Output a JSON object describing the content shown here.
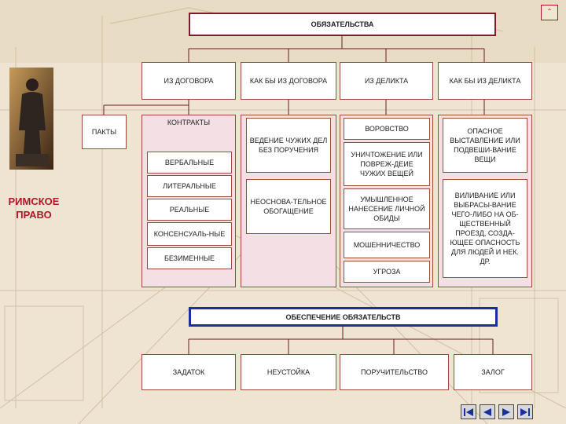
{
  "top_title": "ОБЯЗАТЕЛЬСТВА",
  "side_label": "РИМСКОЕ ПРАВО",
  "categories": [
    "ИЗ ДОГОВОРА",
    "КАК БЫ ИЗ ДОГОВОРА",
    "ИЗ ДЕЛИКТА",
    "КАК БЫ ИЗ ДЕЛИКТА"
  ],
  "pacts": "ПАКТЫ",
  "contracts": {
    "label": "КОНТРАКТЫ",
    "items": [
      "ВЕРБАЛЬНЫЕ",
      "ЛИТЕРАЛЬНЫЕ",
      "РЕАЛЬНЫЕ",
      "КОНСЕНСУАЛЬ-НЫЕ",
      "БЕЗИМЕННЫЕ"
    ]
  },
  "quasi_contract": [
    "ВЕДЕНИЕ ЧУЖИХ ДЕЛ БЕЗ ПОРУЧЕНИЯ",
    "НЕОСНОВА-ТЕЛЬНОЕ ОБОГАЩЕНИЕ"
  ],
  "delict": [
    "ВОРОВСТВО",
    "УНИЧТОЖЕНИЕ ИЛИ ПОВРЕЖ-ДЕИЕ ЧУЖИХ ВЕЩЕЙ",
    "УМЫШЛЕННОЕ НАНЕСЕНИЕ ЛИЧНОЙ ОБИДЫ",
    "МОШЕННИЧЕСТВО",
    "УГРОЗА"
  ],
  "quasi_delict": [
    "ОПАСНОЕ ВЫСТАВЛЕНИЕ ИЛИ ПОДВЕШИ-ВАНИЕ ВЕЩИ",
    "ВИЛИВАНИЕ ИЛИ ВЫБРАСЫ-ВАНИЕ ЧЕГО-ЛИБО НА ОБ-ЩЕСТВЕННЫЙ ПРОЕЗД, СОЗДА-ЮЩЕЕ ОПАСНОСТЬ ДЛЯ ЛЮДЕЙ И НЕК. ДР."
  ],
  "security_title": "ОБЕСПЕЧЕНИЕ ОБЯЗАТЕЛЬСТВ",
  "security_items": [
    "ЗАДАТОК",
    "НЕУСТОЙКА",
    "ПОРУЧИТЕЛЬСТВО",
    "ЗАЛОГ"
  ],
  "corner_glyph": "ˆ",
  "icons": [
    "nav-first-icon",
    "nav-prev-icon",
    "nav-next-icon",
    "nav-last-icon",
    "close-icon",
    "statue-image"
  ],
  "colors": {
    "accent": "#b0162a",
    "frame": "#9a4b3a",
    "panel": "#f4e0e4",
    "security_border": "#1a2f9c"
  }
}
